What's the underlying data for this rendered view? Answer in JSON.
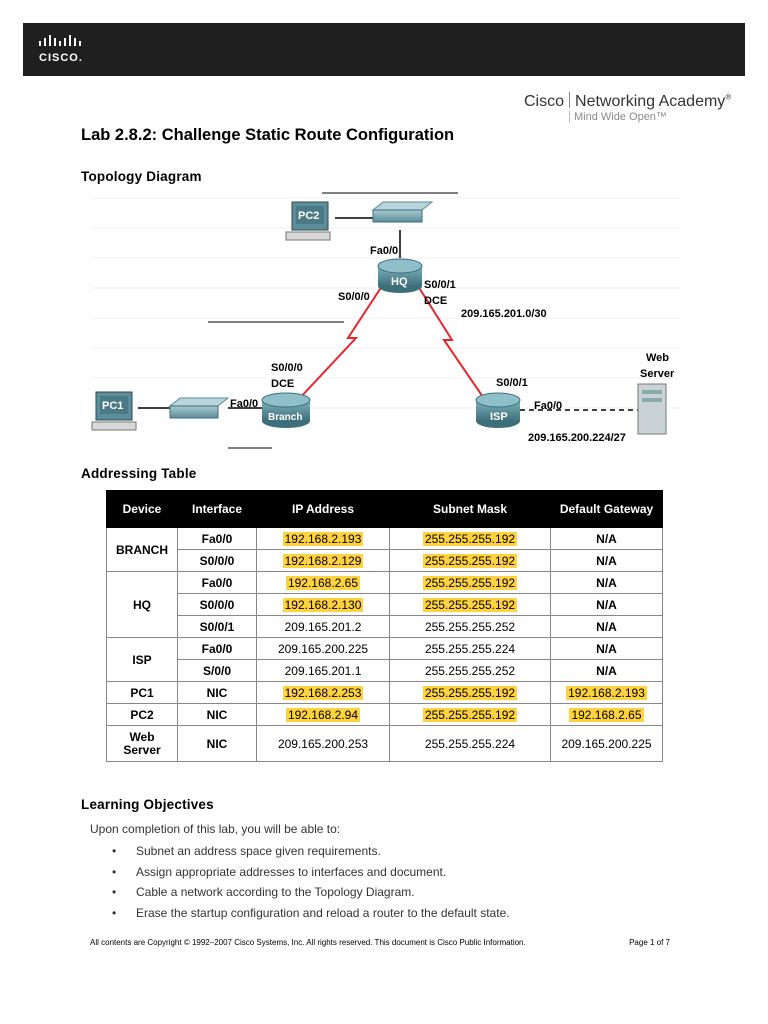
{
  "header": {
    "logo_text": "CISCO.",
    "brand_name_1": "Cisco",
    "brand_name_2": "Networking Academy",
    "brand_mark": "®",
    "tagline": "Mind Wide Open™"
  },
  "title": "Lab 2.8.2: Challenge Static Route Configuration",
  "topology": {
    "heading": "Topology Diagram",
    "devices": {
      "pc2": "PC2",
      "pc1": "PC1",
      "hq": "HQ",
      "branch": "Branch",
      "isp": "ISP",
      "web_server_1": "Web",
      "web_server_2": "Server"
    },
    "labels": {
      "hq_fa": "Fa0/0",
      "hq_s000": "S0/0/0",
      "hq_s001": "S0/0/1",
      "hq_dce": "DCE",
      "net_201": "209.165.201.0/30",
      "branch_s000": "S0/0/0",
      "branch_dce": "DCE",
      "branch_fa": "Fa0/0",
      "isp_s001": "S0/0/1",
      "isp_fa": "Fa0/0",
      "net_200": "209.165.200.224/27"
    },
    "colors": {
      "serial_link": "#e8262a",
      "router": "#4f8a96",
      "switch": "#6d9ea8"
    }
  },
  "addressing": {
    "heading": "Addressing Table",
    "columns": [
      "Device",
      "Interface",
      "IP Address",
      "Subnet Mask",
      "Default Gateway"
    ],
    "highlight_color": "#ffd23f",
    "devices": [
      {
        "name": "BRANCH",
        "rows": [
          {
            "iface": "Fa0/0",
            "ip": "192.168.2.193",
            "mask": "255.255.255.192",
            "gw": "N/A",
            "hl_ip": true,
            "hl_mask": true,
            "hl_gw": false
          },
          {
            "iface": "S0/0/0",
            "ip": "192.168.2.129",
            "mask": "255.255.255.192",
            "gw": "N/A",
            "hl_ip": true,
            "hl_mask": true,
            "hl_gw": false
          }
        ]
      },
      {
        "name": "HQ",
        "rows": [
          {
            "iface": "Fa0/0",
            "ip": "192.168.2.65",
            "mask": "255.255.255.192",
            "gw": "N/A",
            "hl_ip": true,
            "hl_mask": true,
            "hl_gw": false
          },
          {
            "iface": "S0/0/0",
            "ip": "192.168.2.130",
            "mask": "255.255.255.192",
            "gw": "N/A",
            "hl_ip": true,
            "hl_mask": true,
            "hl_gw": false
          },
          {
            "iface": "S0/0/1",
            "ip": "209.165.201.2",
            "mask": "255.255.255.252",
            "gw": "N/A",
            "hl_ip": false,
            "hl_mask": false,
            "hl_gw": false
          }
        ]
      },
      {
        "name": "ISP",
        "rows": [
          {
            "iface": "Fa0/0",
            "ip": "209.165.200.225",
            "mask": "255.255.255.224",
            "gw": "N/A",
            "hl_ip": false,
            "hl_mask": false,
            "hl_gw": false
          },
          {
            "iface": "S/0/0",
            "ip": "209.165.201.1",
            "mask": "255.255.255.252",
            "gw": "N/A",
            "hl_ip": false,
            "hl_mask": false,
            "hl_gw": false
          }
        ]
      },
      {
        "name": "PC1",
        "rows": [
          {
            "iface": "NIC",
            "ip": "192.168.2.253",
            "mask": "255.255.255.192",
            "gw": "192.168.2.193",
            "hl_ip": true,
            "hl_mask": true,
            "hl_gw": true
          }
        ]
      },
      {
        "name": "PC2",
        "rows": [
          {
            "iface": "NIC",
            "ip": "192.168.2.94",
            "mask": "255.255.255.192",
            "gw": "192.168.2.65",
            "hl_ip": true,
            "hl_mask": true,
            "hl_gw": true
          }
        ]
      },
      {
        "name": "Web Server",
        "rows": [
          {
            "iface": "NIC",
            "ip": "209.165.200.253",
            "mask": "255.255.255.224",
            "gw": "209.165.200.225",
            "hl_ip": false,
            "hl_mask": false,
            "hl_gw": false
          }
        ]
      }
    ]
  },
  "objectives": {
    "heading": "Learning Objectives",
    "intro": "Upon completion of this lab, you will be able to:",
    "items": [
      "Subnet an address space given requirements.",
      "Assign appropriate addresses to interfaces and document.",
      "Cable a network according to the Topology Diagram.",
      "Erase the startup configuration and reload a router to the default state."
    ]
  },
  "footer": {
    "copyright": "All contents are Copyright © 1992–2007 Cisco Systems, Inc. All rights reserved. This document is Cisco Public Information.",
    "page": "Page 1 of 7"
  }
}
